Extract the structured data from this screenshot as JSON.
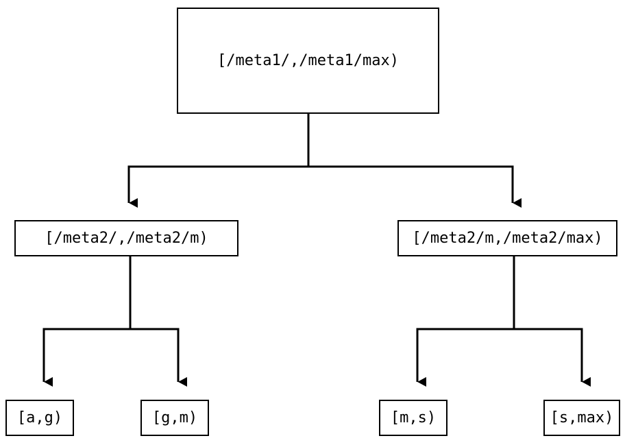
{
  "diagram": {
    "type": "binary-interval-tree",
    "orientation": "top-down",
    "background_color": "#ffffff",
    "line_color": "#000000",
    "text_color": "#000000",
    "nodes": {
      "root": {
        "label": "[/meta1/,/meta1/max)",
        "level": 0
      },
      "meta2_low": {
        "label": "[/meta2/,/meta2/m)",
        "level": 1
      },
      "meta2_high": {
        "label": "[/meta2/m,/meta2/max)",
        "level": 1
      },
      "leaf_ag": {
        "label": "[a,g)",
        "level": 2
      },
      "leaf_gm": {
        "label": "[g,m)",
        "level": 2
      },
      "leaf_ms": {
        "label": "[m,s)",
        "level": 2
      },
      "leaf_smax": {
        "label": "[s,max)",
        "level": 2
      }
    },
    "edges": [
      {
        "from": "root",
        "to": "meta2_low",
        "arrow": "filled-triangle"
      },
      {
        "from": "root",
        "to": "meta2_high",
        "arrow": "filled-triangle"
      },
      {
        "from": "meta2_low",
        "to": "leaf_ag",
        "arrow": "filled-triangle"
      },
      {
        "from": "meta2_low",
        "to": "leaf_gm",
        "arrow": "filled-triangle"
      },
      {
        "from": "meta2_high",
        "to": "leaf_ms",
        "arrow": "filled-triangle"
      },
      {
        "from": "meta2_high",
        "to": "leaf_smax",
        "arrow": "filled-triangle"
      }
    ]
  }
}
